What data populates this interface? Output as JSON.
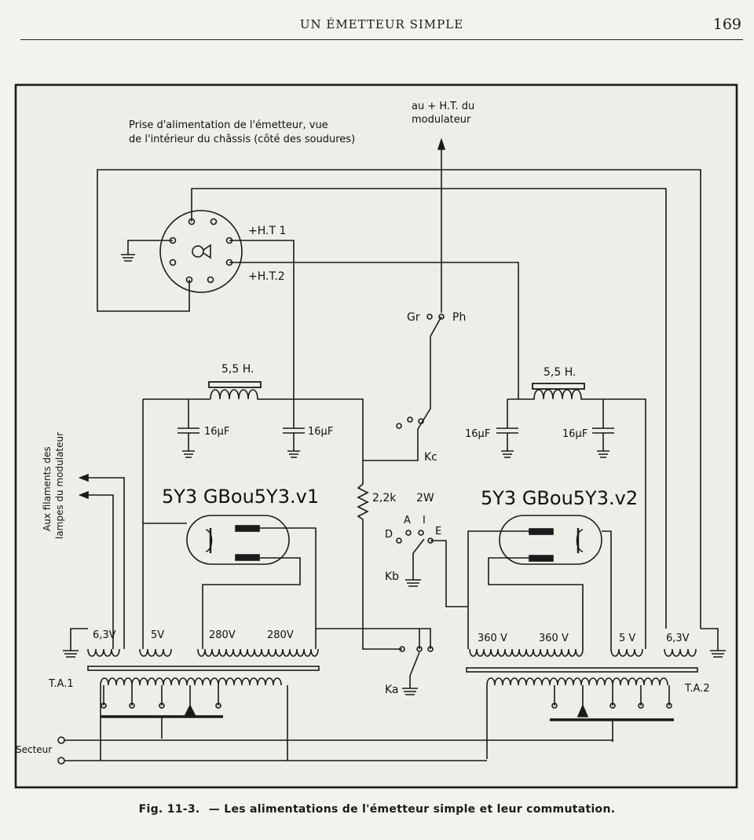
{
  "header": {
    "running_title": "UN ÉMETTEUR SIMPLE",
    "page_number": "169"
  },
  "figure": {
    "number": "Fig. 11-3.",
    "caption": "— Les alimentations de l'émetteur simple et leur commutation."
  },
  "labels": {
    "socket_title_line1": "Prise d'alimentation de l'émetteur, vue",
    "socket_title_line2": "de l'intérieur du châssis (côté des soudures)",
    "ht_modulator_line1": "au + H.T. du",
    "ht_modulator_line2": "modulateur",
    "ht1": "+H.T 1",
    "ht2": "+H.T.2",
    "choke_left": "5,5 H.",
    "choke_right": "5,5 H.",
    "cap_16uf": "16µF",
    "tube_left": "5Y3 GBou5Y3.v1",
    "tube_right": "5Y3 GBou5Y3.v2",
    "resistor_value": "2,2k",
    "resistor_power": "2W",
    "switch_gr": "Gr",
    "switch_ph": "Ph",
    "switch_kc": "Kc",
    "switch_kb": "Kb",
    "switch_ka": "Ka",
    "pos_a": "A",
    "pos_i": "I",
    "pos_d": "D",
    "pos_e": "E",
    "filaments_line1": "Aux filaments des",
    "filaments_line2": "lampes du modulateur",
    "winding_63v": "6,3V",
    "winding_5v": "5V",
    "winding_280v": "280V",
    "winding_360v": "360 V",
    "winding_5v_right": "5 V",
    "transformer_left": "T.A.1",
    "transformer_right": "T.A.2",
    "mains": "Secteur"
  },
  "colors": {
    "ink": "#1a1a1a",
    "paper": "#f4f2ee",
    "frame_bg": "#efede8"
  }
}
